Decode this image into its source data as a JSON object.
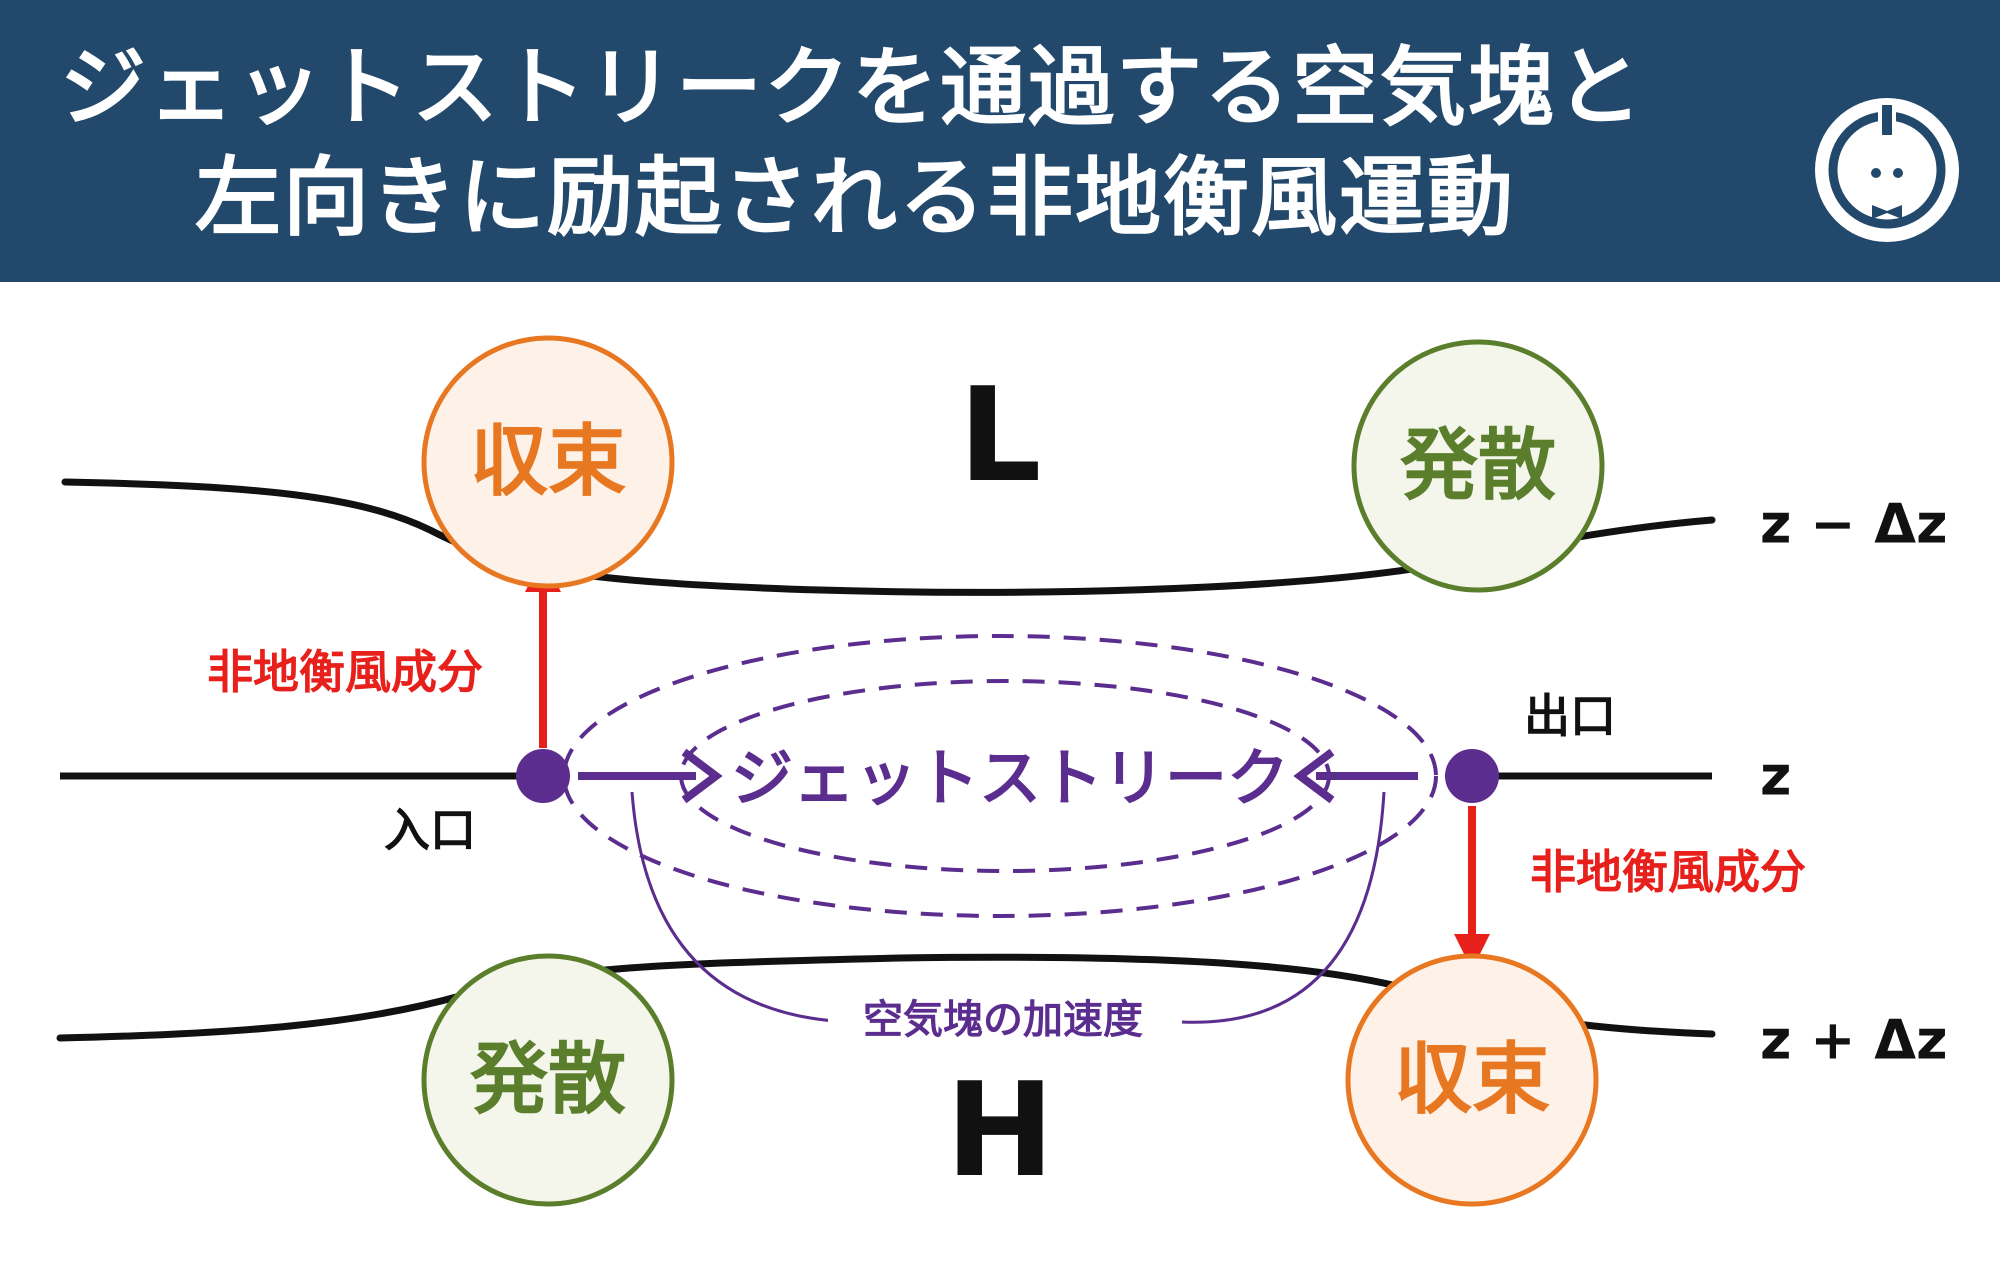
{
  "header": {
    "title_line1": "ジェットストリークを通過する空気塊と",
    "title_line2": "左向きに励起される非地衡風運動",
    "logo_icon": "bow-tie-mascot-logo-icon",
    "bg_color": "#22496b"
  },
  "diagram": {
    "low_label": "L",
    "high_label": "H",
    "level_upper": "z − Δz",
    "level_middle": "z",
    "level_lower": "z + Δz",
    "entrance_label": "入口",
    "exit_label": "出口",
    "jet_label": "ジェットストリーク",
    "acceleration_label": "空気塊の加速度",
    "ageostrophic_left": "非地衡風成分",
    "ageostrophic_right": "非地衡風成分",
    "circle_upper_left": "収束",
    "circle_upper_right": "発散",
    "circle_lower_left": "発散",
    "circle_lower_right": "収束",
    "colors": {
      "convergence": "#e87722",
      "divergence": "#5a7e2b",
      "jet": "#5b2d8e",
      "ageostrophic": "#e8201c",
      "line": "#111111"
    }
  }
}
